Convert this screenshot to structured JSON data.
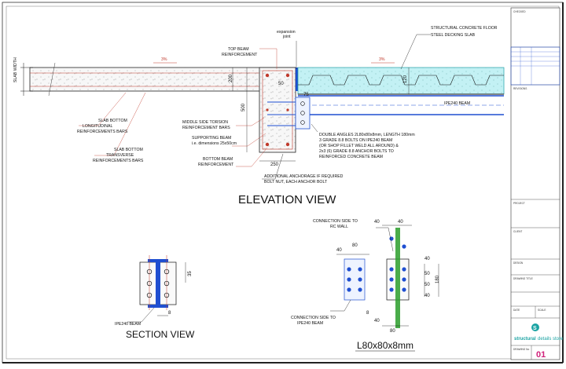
{
  "elevation": {
    "title": "ELEVATION VIEW",
    "labels": {
      "slab_width": "SLAB WIDTH",
      "expansion_joint_1": "expansion",
      "expansion_joint_2": "joint",
      "top_beam_1": "TOP BEAM",
      "top_beam_2": "REINFORCEMENT",
      "structural_floor": "STRUCTURAL CONCRETE FLOOR",
      "decking": "STEEL DECKING SLAB",
      "ipe_beam": "IPE240 BEAM",
      "slab_bottom_long_1": "SLAB BOTTOM",
      "slab_bottom_long_2": "LONGITUDINAL",
      "slab_bottom_long_3": "REINFORCEMENTS BARS",
      "slab_bottom_trans_1": "SLAB BOTTOM",
      "slab_bottom_trans_2": "TRANSVERSE",
      "slab_bottom_trans_3": "REINFORCEMENTS BARS",
      "torsion_1": "MIDDLE SIDE TORSION",
      "torsion_2": "REINFORCEMENT BARS",
      "supporting_1": "SUPPORTING BEAM",
      "supporting_2": "i.e. dimensions 25x50cm",
      "bottom_beam_1": "BOTTOM BEAM",
      "bottom_beam_2": "REINFORCEMENT",
      "double_angles_1": "DOUBLE ANGLES 2L80x80x8mm, LENGTH 180mm",
      "double_angles_2": "3 GRADE 8.8 BOLTS ON IPE240 BEAM",
      "double_angles_3": "(OR SHOP FILLET WELD ALL AROUND) &",
      "double_angles_4": "2x3 (6) GRADE 8.8 ANCHOR BOLTS TO",
      "double_angles_5": "REINFORCED CONCRETE BEAM",
      "anchorage_1": "ADDITIONAL ANCHORAGE IF REQUIRED",
      "anchorage_2": "BOLT NUT, EACH ANCHOR BOLT"
    },
    "dims": {
      "d200": "200",
      "d120": "120",
      "d500": "500",
      "d250": "250",
      "d50": "50",
      "d75": "75",
      "slope_left": "3%",
      "slope_right": "3%"
    }
  },
  "section": {
    "title": "SECTION VIEW",
    "ipe_label": "IPE240 BEAM",
    "d35": "35",
    "d8": "8"
  },
  "angle": {
    "title": "L80x80x8mm",
    "rc_wall_1": "CONNECTION SIDE TO",
    "rc_wall_2": "RC WALL",
    "ipe_side_1": "CONNECTION SIDE TO",
    "ipe_side_2": "IPE240 BEAM",
    "dims": {
      "top40a": "40",
      "top40b": "40",
      "left40": "40",
      "left80": "80",
      "right40": "40",
      "right50a": "50",
      "right50b": "50",
      "right40b": "40",
      "right180": "180",
      "bottom80": "80",
      "bottom8": "8",
      "bottom40": "40"
    }
  },
  "titleblock": {
    "section_heads": [
      "CHECKED",
      "REVISIONS",
      "PROJECT",
      "CLIENT",
      "DESIGN",
      "DRAWING TITLE",
      "DATE",
      "SCALE"
    ],
    "brand_1": "structural",
    "brand_2": "details store",
    "drawing_no_label": "DRAWING No",
    "drawing_no": "01"
  },
  "colors": {
    "concrete_fill": "#f4f4f4",
    "decking_fill": "#bff3f5",
    "steel": "#1f4fd1",
    "rebar": "#c0392b",
    "green_dim": "#2a9d2a",
    "brand_teal": "#1aa3a3",
    "number_pink": "#d0217a"
  }
}
